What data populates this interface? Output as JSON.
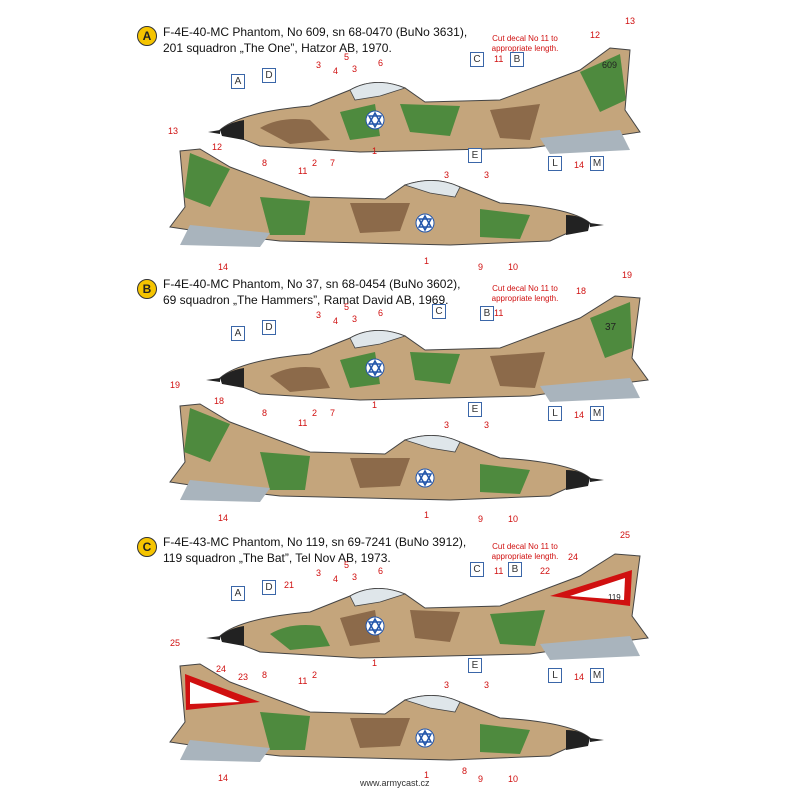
{
  "schemes": [
    {
      "badge": "A",
      "line1": "F-4E-40-MC Phantom, No 609, sn 68-0470 (BuNo 3631),",
      "line2": "201 squadron „The One”, Hatzor AB, 1970.",
      "note": "Cut decal No 11 to appropriate length.",
      "tail_number": "609"
    },
    {
      "badge": "B",
      "line1": "F-4E-40-MC Phantom, No 37, sn 68-0454 (BuNo 3602),",
      "line2": "69 squadron „The Hammers”, Ramat David AB, 1969.",
      "note": "Cut decal No 11 to appropriate length.",
      "tail_number": "37"
    },
    {
      "badge": "C",
      "line1": "F-4E-43-MC Phantom, No 119, sn 69-7241 (BuNo 3912),",
      "line2": "119 squadron „The Bat”, Tel Nov AB, 1973.",
      "note": "Cut decal No 11 to appropriate length.",
      "tail_number": "119"
    }
  ],
  "callouts": {
    "A": [
      "A",
      "D",
      "C",
      "B",
      "E",
      "L",
      "M"
    ],
    "B": [
      "A",
      "D",
      "C",
      "B",
      "E",
      "L",
      "M"
    ],
    "C": [
      "A",
      "D",
      "C",
      "B",
      "E",
      "L",
      "M"
    ]
  },
  "numbers": {
    "A": [
      "3",
      "4",
      "5",
      "3",
      "6",
      "11",
      "12",
      "13",
      "8",
      "2",
      "7",
      "1",
      "14",
      "13",
      "12",
      "11",
      "3",
      "3",
      "14",
      "9",
      "10",
      "1"
    ],
    "B": [
      "3",
      "4",
      "5",
      "3",
      "6",
      "11",
      "18",
      "19",
      "8",
      "2",
      "7",
      "1",
      "14",
      "19",
      "18",
      "11",
      "3",
      "3",
      "14",
      "9",
      "10",
      "1"
    ],
    "C": [
      "3",
      "4",
      "5",
      "3",
      "6",
      "11",
      "21",
      "22",
      "24",
      "25",
      "8",
      "2",
      "1",
      "14",
      "25",
      "24",
      "23",
      "11",
      "3",
      "3",
      "14",
      "8",
      "9",
      "10",
      "1"
    ]
  },
  "colors": {
    "sand": "#c4a57c",
    "brown": "#8c6a4a",
    "green": "#4e8a3e",
    "underside": "#a9b4bd",
    "red": "#d01010",
    "badge": "#f5c400"
  },
  "footer": "www.armycast.cz"
}
